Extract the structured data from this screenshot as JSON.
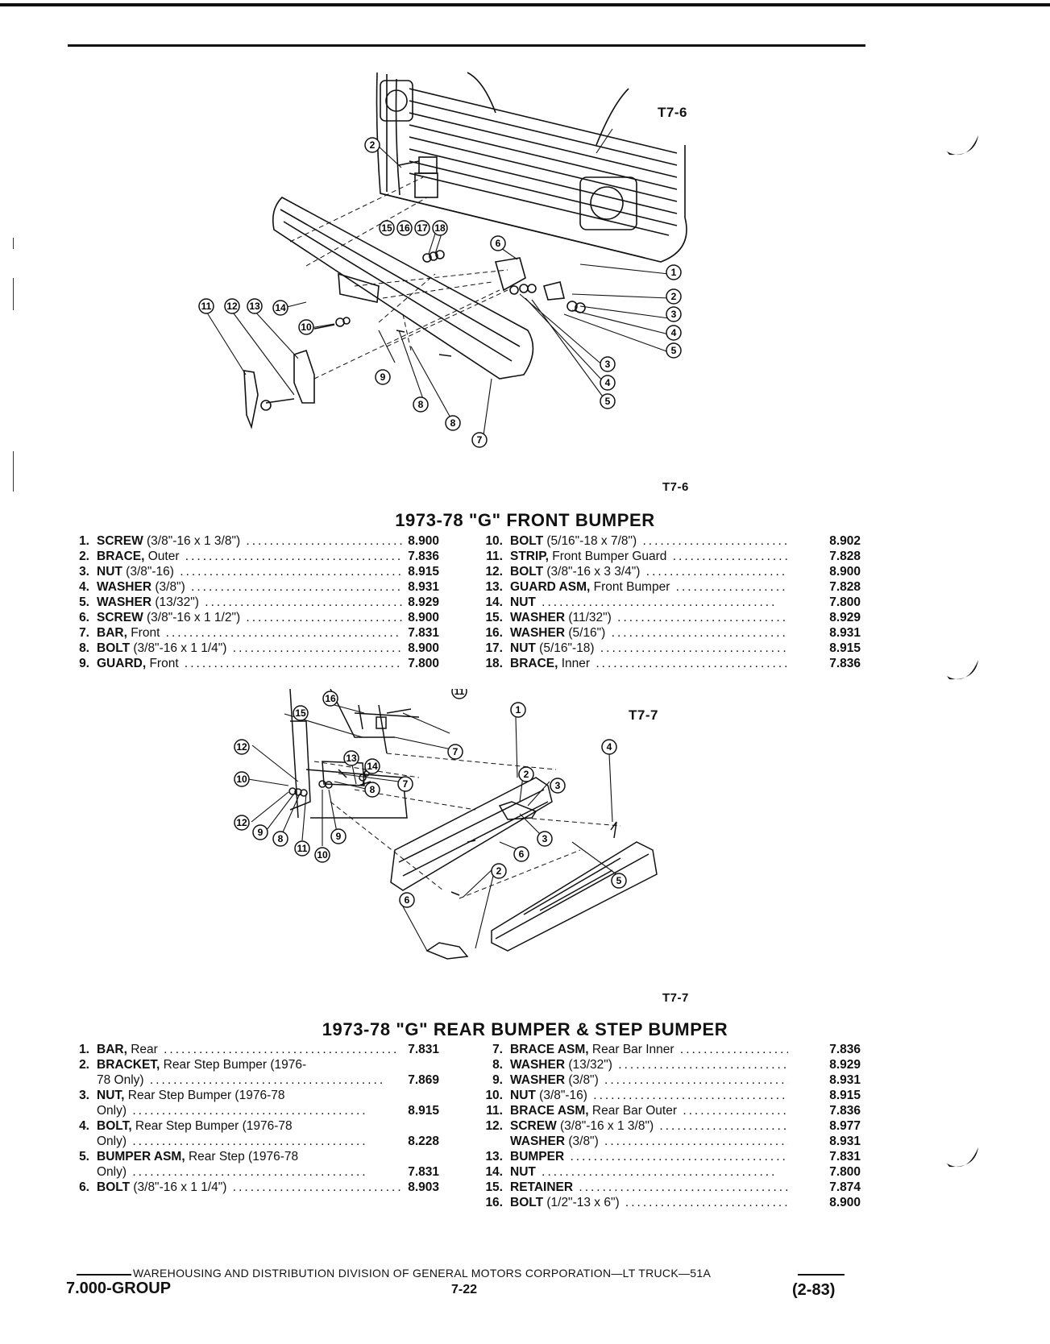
{
  "front": {
    "figure_label": "T7-6",
    "figure_caption": "T7-6",
    "title": "1973-78 \"G\" FRONT BUMPER",
    "left": [
      {
        "num": "1.",
        "name": "SCREW",
        "desc": " (3/8\"-16 x 1 3/8\")",
        "code": "8.900"
      },
      {
        "num": "2.",
        "name": "BRACE,",
        "desc": " Outer",
        "code": "7.836"
      },
      {
        "num": "3.",
        "name": "NUT",
        "desc": " (3/8\"-16)",
        "code": "8.915"
      },
      {
        "num": "4.",
        "name": "WASHER",
        "desc": " (3/8\")",
        "code": "8.931"
      },
      {
        "num": "5.",
        "name": "WASHER",
        "desc": " (13/32\")",
        "code": "8.929"
      },
      {
        "num": "6.",
        "name": "SCREW",
        "desc": " (3/8\"-16 x 1 1/2\")",
        "code": "8.900"
      },
      {
        "num": "7.",
        "name": "BAR,",
        "desc": " Front",
        "code": "7.831"
      },
      {
        "num": "8.",
        "name": "BOLT",
        "desc": " (3/8\"-16 x 1 1/4\")",
        "code": "8.900"
      },
      {
        "num": "9.",
        "name": "GUARD,",
        "desc": " Front",
        "code": "7.800"
      }
    ],
    "right": [
      {
        "num": "10.",
        "name": "BOLT",
        "desc": " (5/16\"-18 x 7/8\")",
        "code": "8.902"
      },
      {
        "num": "11.",
        "name": "STRIP,",
        "desc": " Front Bumper Guard",
        "code": "7.828"
      },
      {
        "num": "12.",
        "name": "BOLT",
        "desc": " (3/8\"-16 x 3 3/4\")",
        "code": "8.900"
      },
      {
        "num": "13.",
        "name": "GUARD ASM,",
        "desc": " Front Bumper",
        "code": "7.828"
      },
      {
        "num": "14.",
        "name": "NUT",
        "desc": "",
        "code": "7.800"
      },
      {
        "num": "15.",
        "name": "WASHER",
        "desc": " (11/32\")",
        "code": "8.929"
      },
      {
        "num": "16.",
        "name": "WASHER",
        "desc": " (5/16\")",
        "code": "8.931"
      },
      {
        "num": "17.",
        "name": "NUT",
        "desc": " (5/16\"-18)",
        "code": "8.915"
      },
      {
        "num": "18.",
        "name": "BRACE,",
        "desc": " Inner",
        "code": "7.836"
      }
    ],
    "callouts": [
      "1",
      "2",
      "3",
      "4",
      "5",
      "6",
      "7",
      "8",
      "9",
      "10",
      "11",
      "12",
      "13",
      "14",
      "15",
      "16",
      "17",
      "18"
    ]
  },
  "rear": {
    "figure_label": "T7-7",
    "figure_caption": "T7-7",
    "title": "1973-78 \"G\" REAR BUMPER & STEP BUMPER",
    "left": [
      {
        "num": "1.",
        "name": "BAR,",
        "desc": " Rear",
        "code": "7.831"
      },
      {
        "num": "2.",
        "name": "BRACKET,",
        "desc": " Rear Step Bumper (1976-",
        "code": ""
      },
      {
        "num": "",
        "name": "",
        "desc": "78 Only)",
        "code": "7.869"
      },
      {
        "num": "3.",
        "name": "NUT,",
        "desc": " Rear Step Bumper (1976-78",
        "code": ""
      },
      {
        "num": "",
        "name": "",
        "desc": "Only)",
        "code": "8.915"
      },
      {
        "num": "4.",
        "name": "BOLT,",
        "desc": " Rear Step Bumper (1976-78",
        "code": ""
      },
      {
        "num": "",
        "name": "",
        "desc": "Only)",
        "code": "8.228"
      },
      {
        "num": "5.",
        "name": "BUMPER ASM,",
        "desc": " Rear Step (1976-78",
        "code": ""
      },
      {
        "num": "",
        "name": "",
        "desc": "Only)",
        "code": "7.831"
      },
      {
        "num": "6.",
        "name": "BOLT",
        "desc": " (3/8\"-16 x 1 1/4\")",
        "code": "8.903"
      }
    ],
    "right": [
      {
        "num": "7.",
        "name": "BRACE ASM,",
        "desc": " Rear Bar Inner",
        "code": "7.836"
      },
      {
        "num": "8.",
        "name": "WASHER",
        "desc": " (13/32\")",
        "code": "8.929"
      },
      {
        "num": "9.",
        "name": "WASHER",
        "desc": " (3/8\")",
        "code": "8.931"
      },
      {
        "num": "10.",
        "name": "NUT",
        "desc": " (3/8\"-16)",
        "code": "8.915"
      },
      {
        "num": "11.",
        "name": "BRACE ASM,",
        "desc": " Rear Bar Outer",
        "code": "7.836"
      },
      {
        "num": "12.",
        "name": "SCREW",
        "desc": " (3/8\"-16 x 1 3/8\")",
        "code": "8.977"
      },
      {
        "num": "",
        "name": "WASHER",
        "desc": " (3/8\")",
        "code": "8.931"
      },
      {
        "num": "13.",
        "name": "BUMPER",
        "desc": "",
        "code": "7.831"
      },
      {
        "num": "14.",
        "name": "NUT",
        "desc": "",
        "code": "7.800"
      },
      {
        "num": "15.",
        "name": "RETAINER",
        "desc": "",
        "code": "7.874"
      },
      {
        "num": "16.",
        "name": "BOLT",
        "desc": " (1/2\"-13 x 6\")",
        "code": "8.900"
      }
    ],
    "callouts": [
      "1",
      "2",
      "3",
      "4",
      "5",
      "6",
      "7",
      "8",
      "9",
      "10",
      "11",
      "12",
      "13",
      "14",
      "15",
      "16"
    ]
  },
  "footer": {
    "division": "WAREHOUSING AND DISTRIBUTION DIVISION OF GENERAL MOTORS CORPORATION—LT TRUCK—51A",
    "group": "7.000-GROUP",
    "page": "7-22",
    "date": "(2-83)"
  }
}
